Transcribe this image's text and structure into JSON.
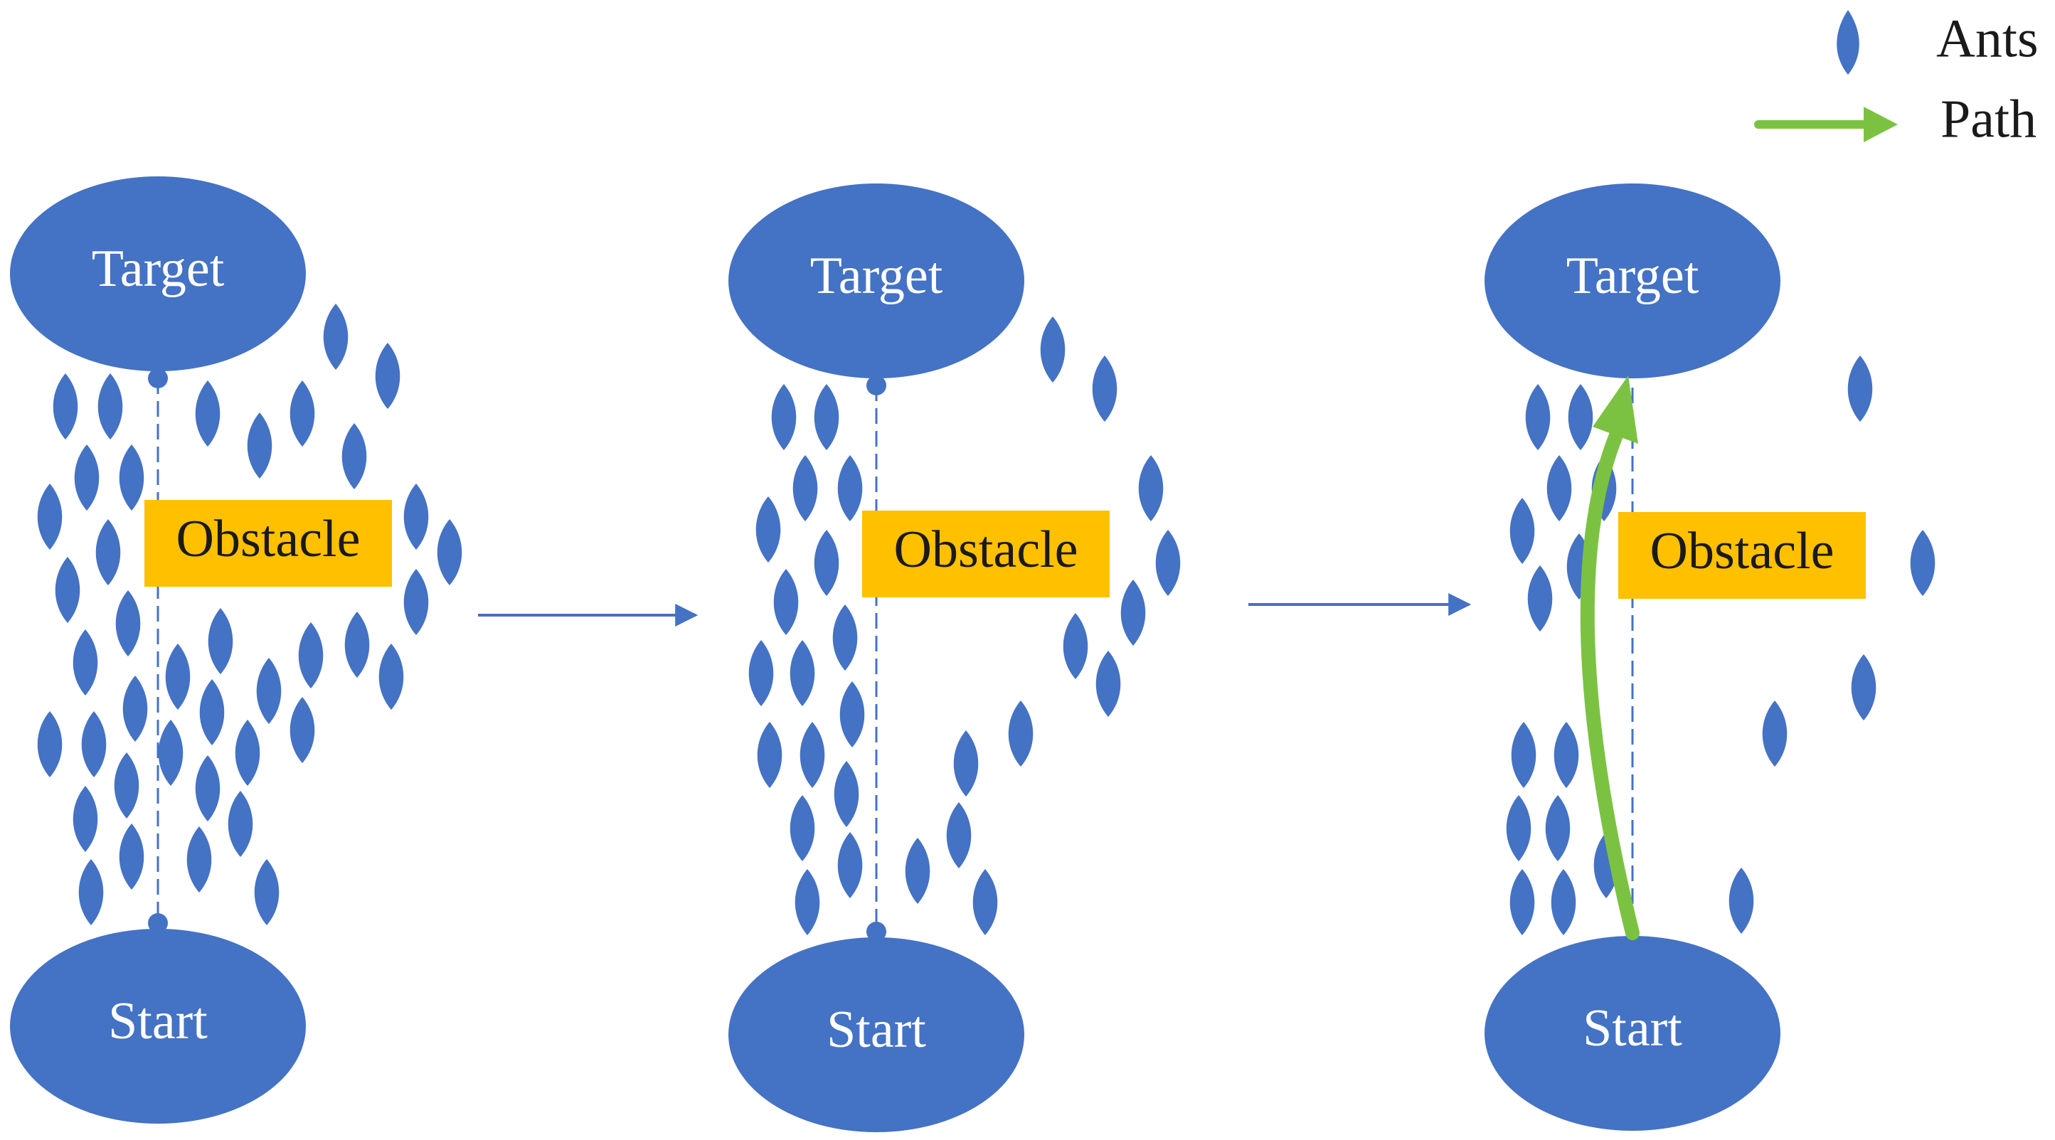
{
  "colors": {
    "node": "#4472c4",
    "ant": "#4472c4",
    "obstacle": "#ffc000",
    "path": "#7cc242",
    "arrow": "#4472c4",
    "guide": "#4472c4"
  },
  "legend": {
    "ants_label": "Ants",
    "path_label": "Path",
    "ant_icon": "drop-icon",
    "path_icon": "arrow-icon"
  },
  "panels": [
    {
      "target_label": "Target",
      "obstacle_label": "Obstacle",
      "start_label": "Start",
      "shows_path": false
    },
    {
      "target_label": "Target",
      "obstacle_label": "Obstacle",
      "start_label": "Start",
      "shows_path": false
    },
    {
      "target_label": "Target",
      "obstacle_label": "Obstacle",
      "start_label": "Start",
      "shows_path": true
    }
  ]
}
